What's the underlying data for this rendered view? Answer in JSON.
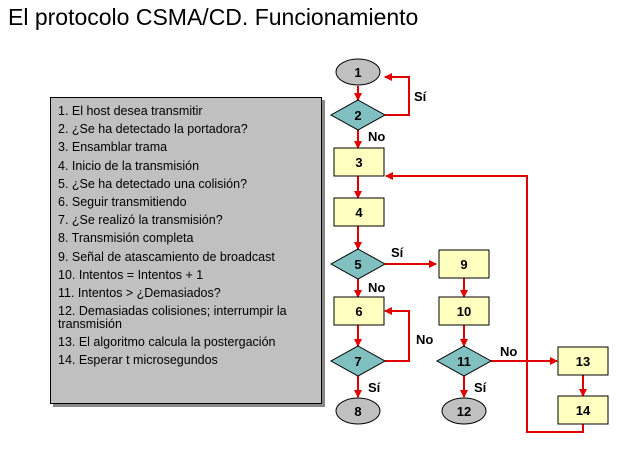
{
  "title": "El protocolo CSMA/CD. Funcionamiento",
  "legend": [
    "1. El host desea transmitir",
    "2. ¿Se ha detectado la portadora?",
    "3. Ensamblar trama",
    "4. Inicio de la transmisión",
    "5. ¿Se ha detectado una colisión?",
    "6. Seguir transmitiendo",
    "7. ¿Se realizó la transmisión?",
    "8. Transmisión completa",
    "9. Señal de atascamiento de broadcast",
    "10. Intentos = Intentos + 1",
    "11. Intentos > ¿Demasiados?",
    "12. Demasiadas colisiones; interrumpir la transmisión",
    "13. El algoritmo calcula la postergación",
    "14. Esperar t microsegundos"
  ],
  "nodes": {
    "n1": "1",
    "n2": "2",
    "n3": "3",
    "n4": "4",
    "n5": "5",
    "n6": "6",
    "n7": "7",
    "n8": "8",
    "n9": "9",
    "n10": "10",
    "n11": "11",
    "n12": "12",
    "n13": "13",
    "n14": "14"
  },
  "edge_labels": {
    "si": "Sí",
    "no": "No"
  },
  "colors": {
    "terminal": "#c0c0c0",
    "decision": "#80c0c0",
    "process": "#ffffc0",
    "arrow": "#e00000"
  }
}
